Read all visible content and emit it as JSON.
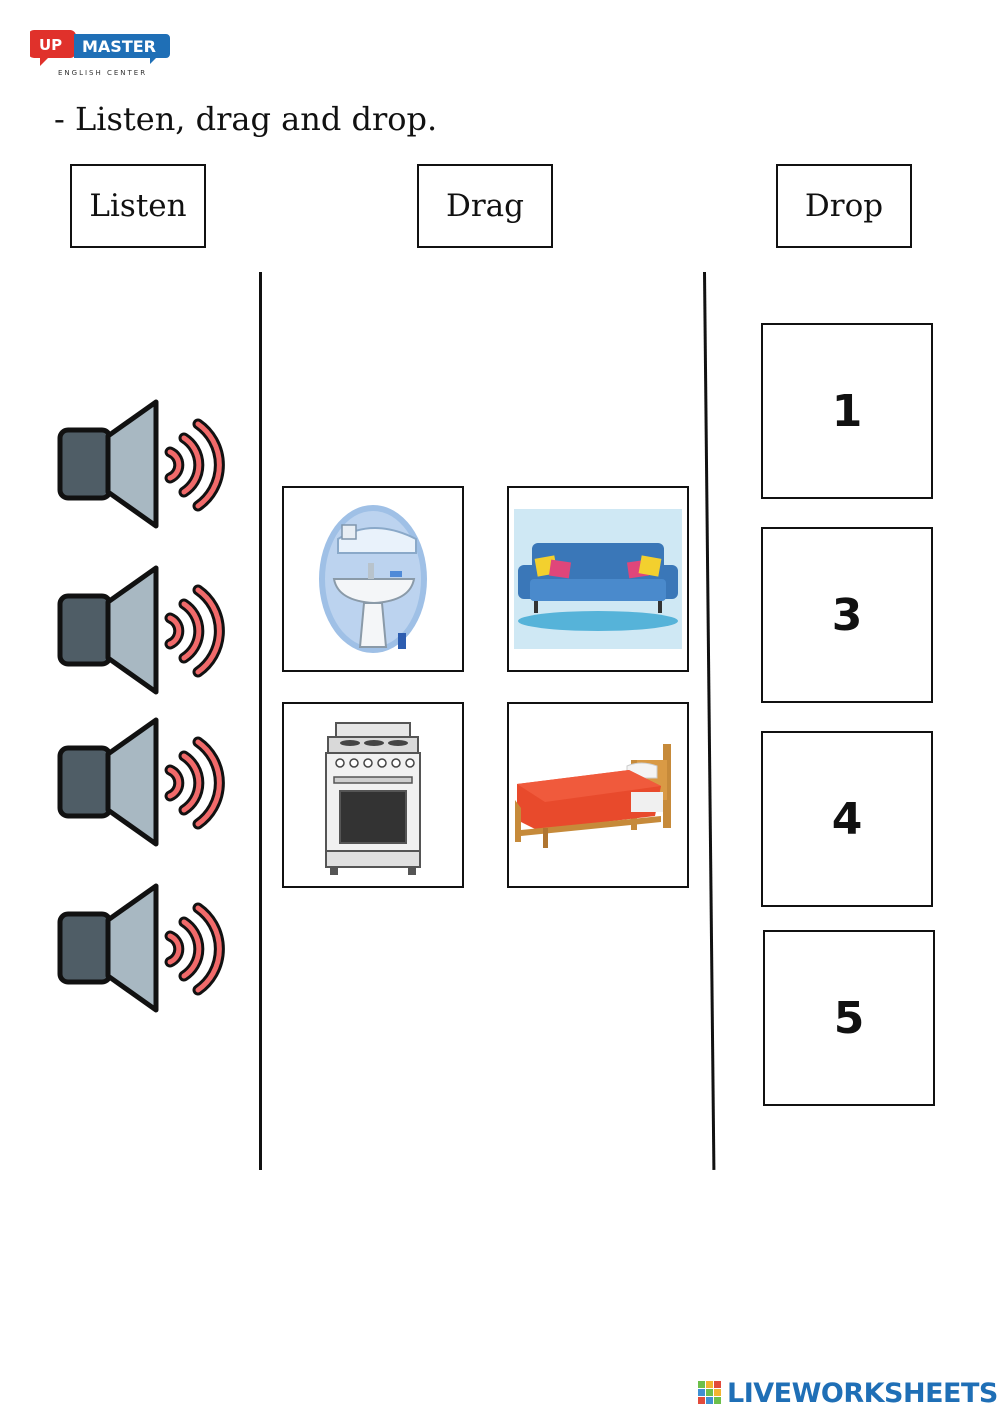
{
  "logo": {
    "badge": "UP",
    "name": "MASTER",
    "subtitle": "ENGLISH CENTER",
    "colors": {
      "red": "#e0312b",
      "blue": "#1f6fb6"
    }
  },
  "instruction": "- Listen, drag and drop.",
  "headers": {
    "listen": "Listen",
    "drag": "Drag",
    "drop": "Drop"
  },
  "speakers": [
    {
      "icon": "speaker-icon"
    },
    {
      "icon": "speaker-icon"
    },
    {
      "icon": "speaker-icon"
    },
    {
      "icon": "speaker-icon"
    }
  ],
  "drag_items": [
    {
      "icon": "sink-image"
    },
    {
      "icon": "sofa-image"
    },
    {
      "icon": "stove-image"
    },
    {
      "icon": "bed-image"
    }
  ],
  "drop_boxes": [
    {
      "number": "1"
    },
    {
      "number": "3"
    },
    {
      "number": "4"
    },
    {
      "number": "5"
    }
  ],
  "footer": {
    "brand": "LIVEWORKSHEETS",
    "color": "#1f6fb6"
  }
}
